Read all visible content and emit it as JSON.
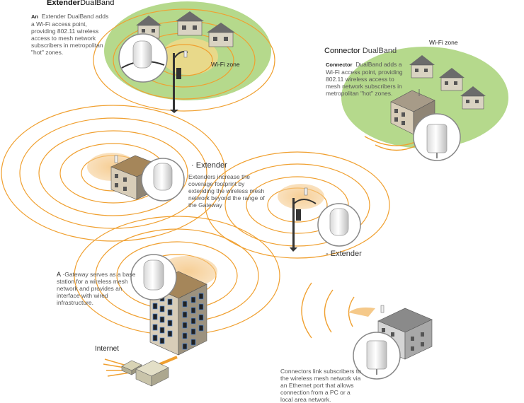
{
  "top_extender": {
    "title_a": "Extender",
    "title_b": "DualBand",
    "desc_prefix": "An",
    "desc": "Extender DualBand adds a Wi-Fi access point, providing 802.11 wireless access to mesh network subscribers in metropolitan \"hot\" zones."
  },
  "wifi_zone_left": "Wi-Fi zone",
  "connector_dual": {
    "title_a": "Connector",
    "title_b": "DualBand",
    "desc_prefix": "Connector",
    "desc": "DualBand adds a Wi-Fi access point, providing 802.11 wireless access to mesh network subscribers in metropolitan \"hot\" zones."
  },
  "wifi_zone_right": "Wi-Fi zone",
  "extender_mid": {
    "title": "Extender",
    "desc": "Extenders increase the coverage footprint by extending the wireless mesh network beyond the range of the Gateway"
  },
  "extender_right_label": "Extender",
  "gateway": {
    "prefix": "A",
    "desc": "Gateway serves as a base station for a wireless mesh network and provides an interface with wired infrastructure."
  },
  "internet_label": "Internet",
  "connectors_note": "Connectors link subscribers to the wireless mesh network via an Ethernet port that allows connection from a PC or a local area network.",
  "colors": {
    "ring": "#f0a030",
    "green_zone": "#b5d98c",
    "orange_glow": "#f5c98a",
    "yellow_zone": "#e8d98a"
  }
}
